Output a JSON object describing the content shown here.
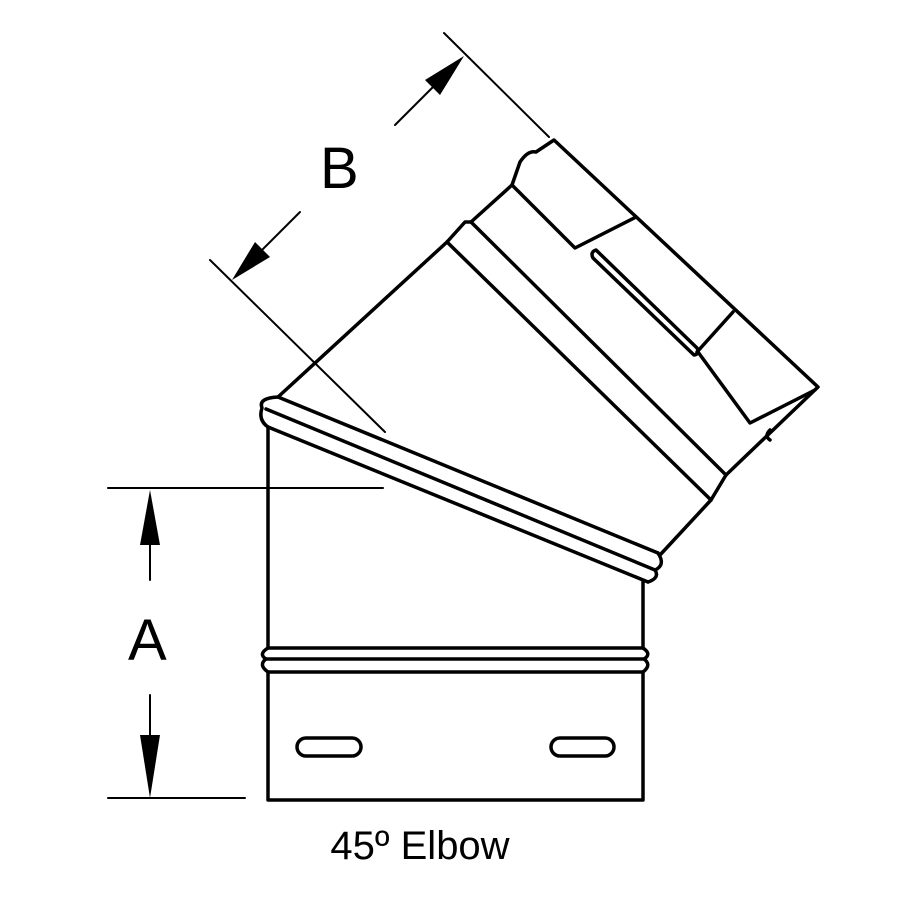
{
  "diagram": {
    "dimension_a_label": "A",
    "dimension_b_label": "B",
    "caption": "45º Elbow",
    "line_color": "#000000",
    "background_color": "#ffffff"
  }
}
